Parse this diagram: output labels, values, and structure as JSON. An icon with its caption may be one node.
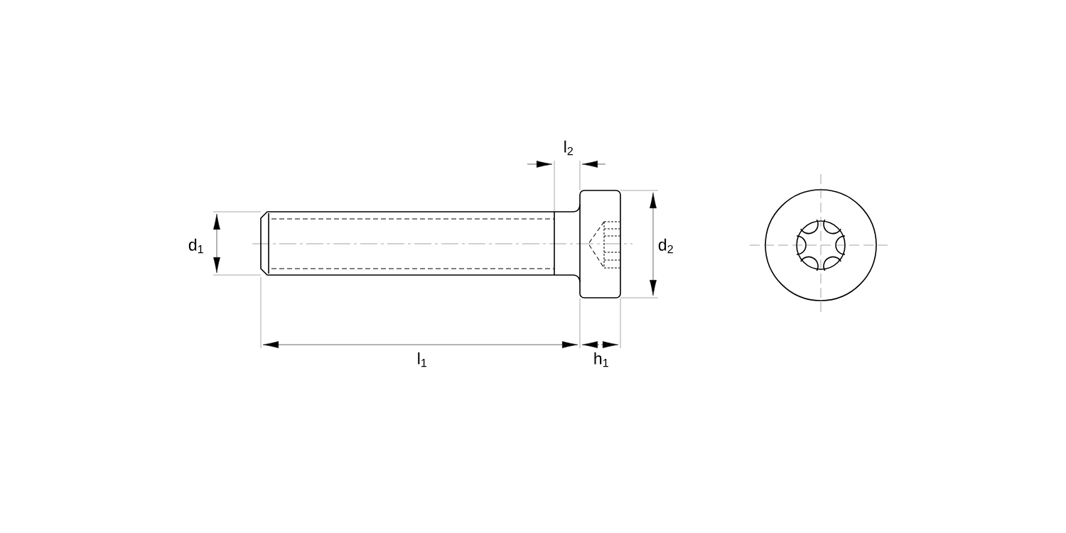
{
  "diagram": {
    "labels": [
      "l$_{2}$",
      "d$_{1}$",
      "d$_{2}$",
      "l$_{1}$",
      "h$_{1}$"
    ]
  }
}
